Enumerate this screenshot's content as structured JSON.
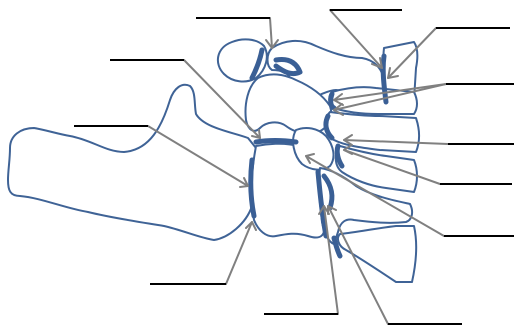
{
  "diagram": {
    "colors": {
      "bone_outline": "#3f6396",
      "joint_highlight": "#3a5f95",
      "leader_line": "#808080",
      "label_blank": "#000000",
      "background": "#ffffff"
    },
    "labels": [
      {
        "id": "label-1",
        "text": ""
      },
      {
        "id": "label-2",
        "text": ""
      },
      {
        "id": "label-3",
        "text": ""
      },
      {
        "id": "label-4",
        "text": ""
      },
      {
        "id": "label-5",
        "text": ""
      },
      {
        "id": "label-6",
        "text": ""
      },
      {
        "id": "label-7",
        "text": ""
      },
      {
        "id": "label-8",
        "text": ""
      },
      {
        "id": "label-9",
        "text": ""
      },
      {
        "id": "label-10",
        "text": ""
      },
      {
        "id": "label-11",
        "text": ""
      }
    ]
  }
}
